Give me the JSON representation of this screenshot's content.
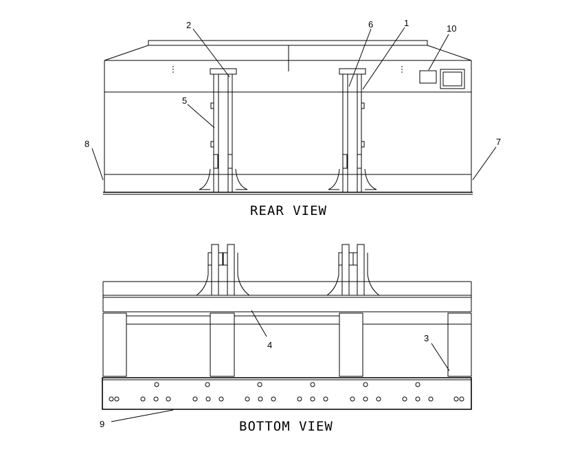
{
  "views": {
    "rear": {
      "title": "REAR VIEW"
    },
    "bottom": {
      "title": "BOTTOM VIEW"
    }
  },
  "callouts": {
    "c1": "1",
    "c2": "2",
    "c3": "3",
    "c4": "4",
    "c5": "5",
    "c6": "6",
    "c7": "7",
    "c8": "8",
    "c9": "9",
    "c10": "10"
  }
}
